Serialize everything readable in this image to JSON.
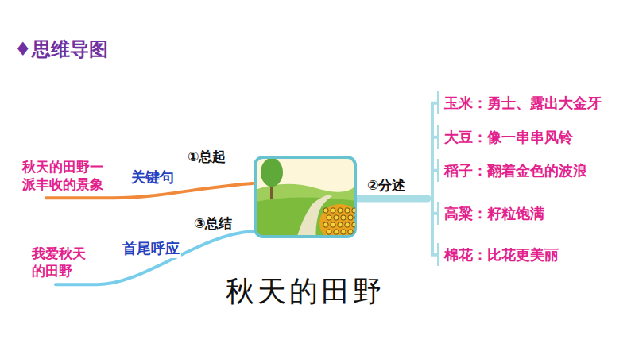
{
  "diagram": {
    "title": "♦思维导图",
    "nodes": [
      {
        "text": [
          "秋天的田野"
        ]
      },
      {
        "text": [
          "秋天的田野一派丰收的景象"
        ]
      },
      {
        "text": [
          "我爱秋天的田野"
        ]
      },
      {
        "text": [
          "玉米：勇士、露出大金牙"
        ]
      },
      {
        "text": [
          "大豆：像一串串风铃"
        ]
      },
      {
        "text": [
          "稻子：翻着金色的波浪"
        ]
      },
      {
        "text": [
          "高粱：籽粒饱满"
        ]
      },
      {
        "text": [
          "棉花：比花更美丽"
        ]
      }
    ],
    "edges": [
      {
        "from": 0,
        "to": 1,
        "arrow": "none",
        "label": "关键句"
      },
      {
        "from": 0,
        "to": 2,
        "arrow": "none",
        "label": "首尾呼应"
      },
      {
        "from": 0,
        "to": 3,
        "arrow": "none"
      },
      {
        "from": 0,
        "to": 4,
        "arrow": "none"
      },
      {
        "from": 0,
        "to": 5,
        "arrow": "none"
      },
      {
        "from": 0,
        "to": 6,
        "arrow": "none"
      },
      {
        "from": 0,
        "to": 7,
        "arrow": "none"
      }
    ],
    "labels": [
      "①总起",
      "②分述",
      "③总结"
    ]
  }
}
